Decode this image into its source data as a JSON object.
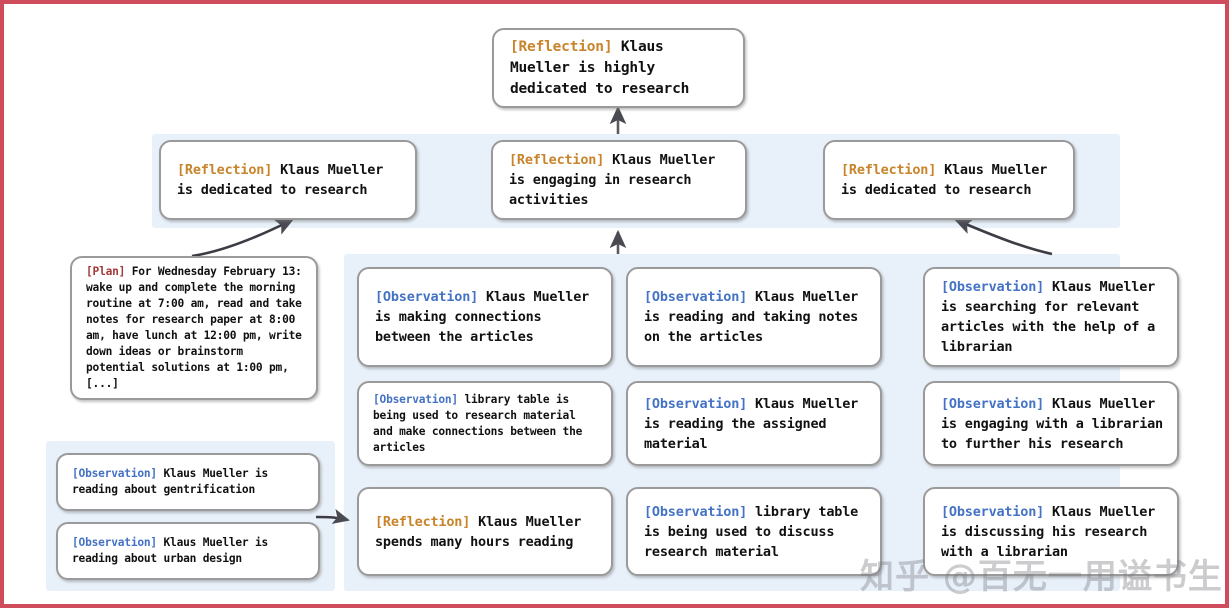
{
  "meta": {
    "border_color": "#cf4c5c",
    "panel_color": "#e8f0fa",
    "node_border_color": "#9a9a9a",
    "reflection_tag_color": "#c8842a",
    "observation_tag_color": "#4472c4",
    "plan_tag_color": "#a03a3a"
  },
  "watermark": {
    "text": "知乎 @百无一用谥书生"
  },
  "tags": {
    "reflection": "[Reflection]",
    "observation": "[Observation]",
    "plan": "[Plan]"
  },
  "root": {
    "tag": "[Reflection]",
    "text": " Klaus Mueller is highly dedicated to research"
  },
  "reflections": [
    {
      "id": "reflection-left",
      "tag": "[Reflection]",
      "text": " Klaus Mueller is dedicated to research"
    },
    {
      "id": "reflection-middle",
      "tag": "[Reflection]",
      "text": " Klaus Mueller is engaging in research activities"
    },
    {
      "id": "reflection-right",
      "tag": "[Reflection]",
      "text": " Klaus Mueller is dedicated to research"
    }
  ],
  "plan_node": {
    "tag": "[Plan]",
    "text": " For Wednesday February 13: wake up and complete the morning routine at 7:00 am, read and take notes for research paper at 8:00 am, have lunch at 12:00 pm, write down ideas or brainstorm potential solutions at 1:00 pm, [...]"
  },
  "left_observations": [
    {
      "id": "obs-gentrification",
      "tag": "[Observation]",
      "text": " Klaus Mueller is reading about gentrification"
    },
    {
      "id": "obs-urban-design",
      "tag": "[Observation]",
      "text": " Klaus Mueller is reading about urban design"
    }
  ],
  "column_one": [
    {
      "id": "obs-connections",
      "tag": "[Observation]",
      "text": " Klaus Mueller is making connections between the articles"
    },
    {
      "id": "obs-library-table-connections",
      "tag": "[Observation]",
      "text": " library table is being used to research material and make connections between the articles"
    },
    {
      "id": "reflection-hours-reading",
      "tag": "[Reflection]",
      "text": " Klaus Mueller spends many hours reading"
    }
  ],
  "column_two": [
    {
      "id": "obs-reading-taking-notes",
      "tag": "[Observation]",
      "text": " Klaus Mueller is reading and taking notes on the articles"
    },
    {
      "id": "obs-assigned-material",
      "tag": "[Observation]",
      "text": " Klaus Mueller is reading the assigned material"
    },
    {
      "id": "obs-library-table-discuss",
      "tag": "[Observation]",
      "text": " library table is being used to discuss research material"
    }
  ],
  "column_three": [
    {
      "id": "obs-searching-articles",
      "tag": "[Observation]",
      "text": " Klaus Mueller is searching for relevant articles with the help of a librarian"
    },
    {
      "id": "obs-engaging-librarian",
      "tag": "[Observation]",
      "text": " Klaus Mueller is engaging with a librarian to further his research"
    },
    {
      "id": "obs-discussing-librarian",
      "tag": "[Observation]",
      "text": " Klaus Mueller is discussing his research with a librarian"
    }
  ]
}
